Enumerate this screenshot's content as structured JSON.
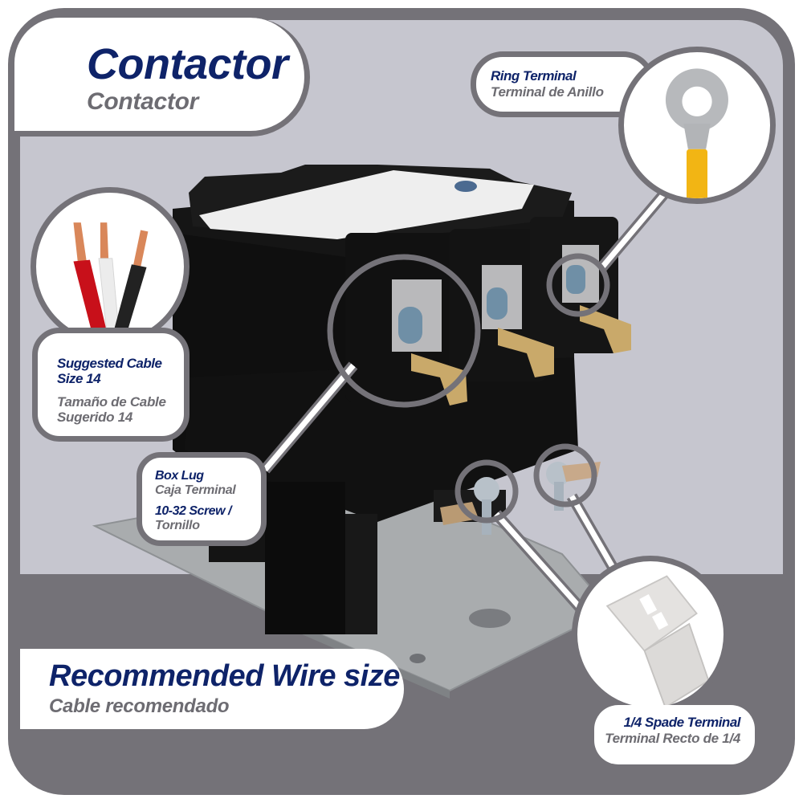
{
  "title": {
    "main": "Contactor",
    "sub": "Contactor"
  },
  "callouts": {
    "ring_terminal": {
      "label_en": "Ring Terminal",
      "label_es": "Terminal de Anillo"
    },
    "cable": {
      "label_en": "Suggested Cable Size 14",
      "label_en_line1": "Suggested Cable",
      "label_en_line2": "Size 14",
      "label_es_line1": "Tamaño de Cable",
      "label_es_line2": "Sugerido 14"
    },
    "box_lug": {
      "label_en": "Box Lug",
      "label_es": "Caja Terminal",
      "screw_en": "10-32 Screw /",
      "screw_es": "Tornillo"
    },
    "spade_terminal": {
      "label_en": "1/4 Spade Terminal",
      "label_es": "Terminal Recto de 1/4"
    }
  },
  "banner": {
    "title": "Recommended Wire size",
    "subtitle": "Cable recomendado"
  },
  "colors": {
    "navy_text": "#0e2369",
    "gray_text": "#6d6c72",
    "frame_gray": "#747278",
    "panel_light": "#c6c6cf",
    "wire_red": "#c8101a",
    "wire_white": "#ececec",
    "wire_black": "#222222",
    "copper": "#d9875a",
    "ring_yellow": "#f2b514"
  }
}
